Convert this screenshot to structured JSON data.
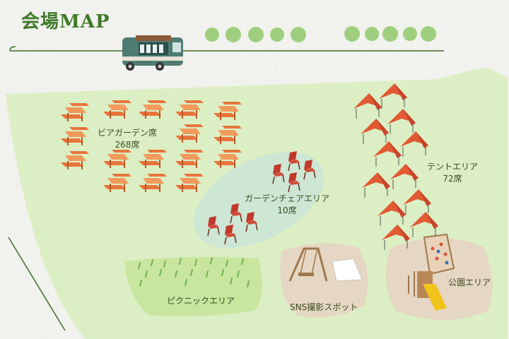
{
  "title": "会場MAP",
  "areas": {
    "beer_garden": {
      "name": "ビアガーデン席",
      "seats": "268席"
    },
    "garden_chair": {
      "name": "ガーデンチェアエリア",
      "seats": "10席"
    },
    "tent": {
      "name": "テントエリア",
      "seats": "72席"
    },
    "picnic": {
      "name": "ピクニックエリア"
    },
    "sns": {
      "name": "SNS撮影スポット"
    },
    "park": {
      "name": "公園エリア"
    }
  },
  "colors": {
    "title": "#3f7a2a",
    "lawn": "#dcefc4",
    "table": "#e8743b",
    "tent": "#e25a33",
    "chair": "#c0392b",
    "slide": "#f2c318"
  }
}
